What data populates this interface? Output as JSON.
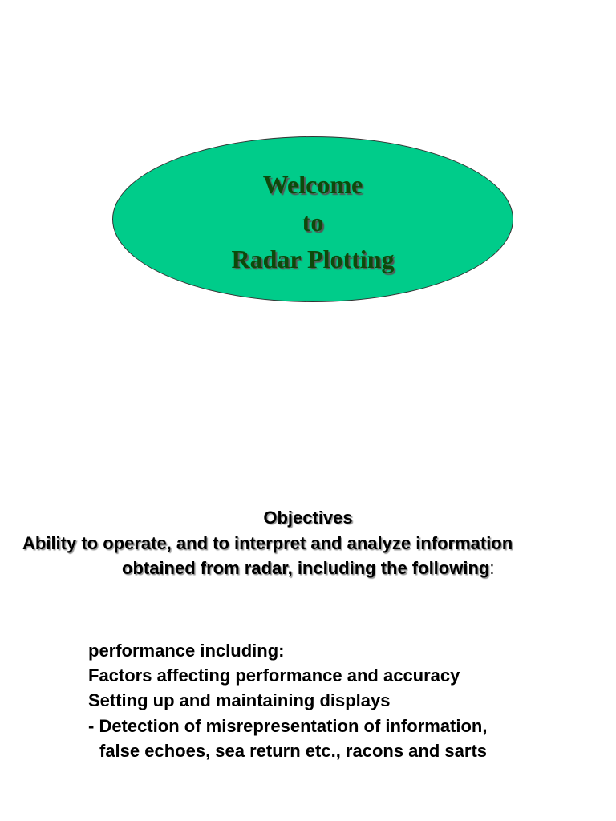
{
  "colors": {
    "ellipse_fill": "#00cc8a",
    "title_text": "#0b4a0b"
  },
  "title": {
    "line1": "Welcome",
    "line2": "to",
    "line3": "Radar Plotting"
  },
  "objectives": {
    "heading": "Objectives",
    "line1": "Ability to operate, and to interpret and analyze information",
    "line2": "obtained from radar, including the following",
    "line2_tail": ":"
  },
  "items": [
    "performance including:",
    "Factors affecting performance and accuracy",
    "Setting up and maintaining displays",
    "- Detection of misrepresentation of information,",
    "false echoes, sea return etc., racons and sarts"
  ]
}
